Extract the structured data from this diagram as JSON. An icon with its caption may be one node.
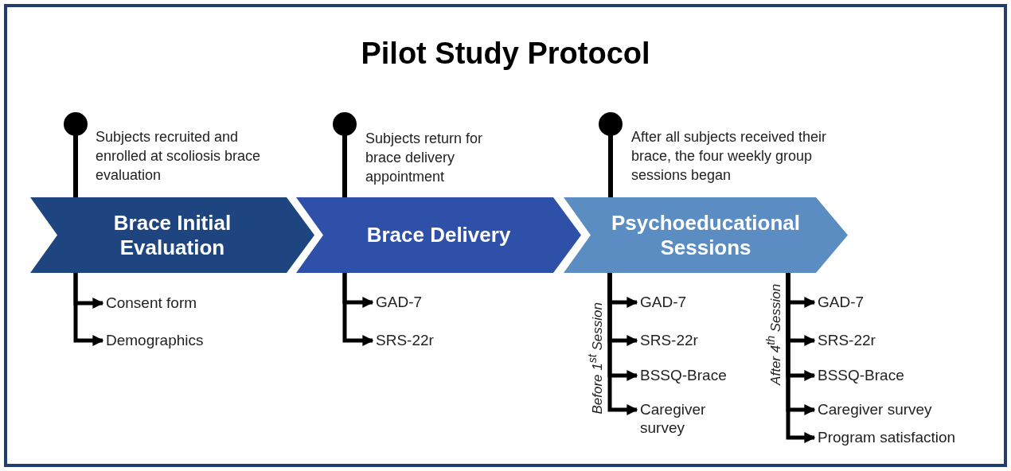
{
  "diagram": {
    "title": "Pilot Study Protocol",
    "nodes": [
      {
        "text": [
          "Brace Initial Evaluation"
        ],
        "beside": [
          "Subjects recruited and enrolled at scoliosis brace evaluation"
        ]
      },
      {
        "text": [
          "Brace Delivery"
        ],
        "beside": [
          "Subjects return for brace delivery appointment"
        ]
      },
      {
        "text": [
          "Psychoeducational Sessions"
        ],
        "beside": [
          "After all subjects received their brace, the four weekly group sessions began"
        ]
      },
      {
        "text": [
          "Consent form"
        ]
      },
      {
        "text": [
          "Demographics"
        ]
      },
      {
        "text": [
          "GAD-7"
        ]
      },
      {
        "text": [
          "SRS-22r"
        ]
      },
      {
        "text": [
          "GAD-7"
        ]
      },
      {
        "text": [
          "SRS-22r"
        ]
      },
      {
        "text": [
          "BSSQ-Brace"
        ]
      },
      {
        "text": [
          "Caregiver survey"
        ]
      },
      {
        "text": [
          "GAD-7"
        ]
      },
      {
        "text": [
          "SRS-22r"
        ]
      },
      {
        "text": [
          "BSSQ-Brace"
        ]
      },
      {
        "text": [
          "Caregiver survey"
        ]
      },
      {
        "text": [
          "Program satisfaction"
        ]
      }
    ],
    "edges": [
      {
        "from": 0,
        "to": 3,
        "arrow": "to"
      },
      {
        "from": 0,
        "to": 4,
        "arrow": "to"
      },
      {
        "from": 1,
        "to": 5,
        "arrow": "to"
      },
      {
        "from": 1,
        "to": 6,
        "arrow": "to"
      },
      {
        "from": 2,
        "to": 7,
        "arrow": "to"
      },
      {
        "from": 2,
        "to": 8,
        "arrow": "to"
      },
      {
        "from": 2,
        "to": 9,
        "arrow": "to"
      },
      {
        "from": 2,
        "to": 10,
        "arrow": "to"
      },
      {
        "from": 2,
        "to": 11,
        "arrow": "to"
      },
      {
        "from": 2,
        "to": 12,
        "arrow": "to"
      },
      {
        "from": 2,
        "to": 13,
        "arrow": "to"
      },
      {
        "from": 2,
        "to": 14,
        "arrow": "to"
      },
      {
        "from": 2,
        "to": 15,
        "arrow": "to"
      }
    ],
    "labels": [
      "Before 1$^{st}$ Session",
      "After 4$^{th}$ Session"
    ]
  }
}
